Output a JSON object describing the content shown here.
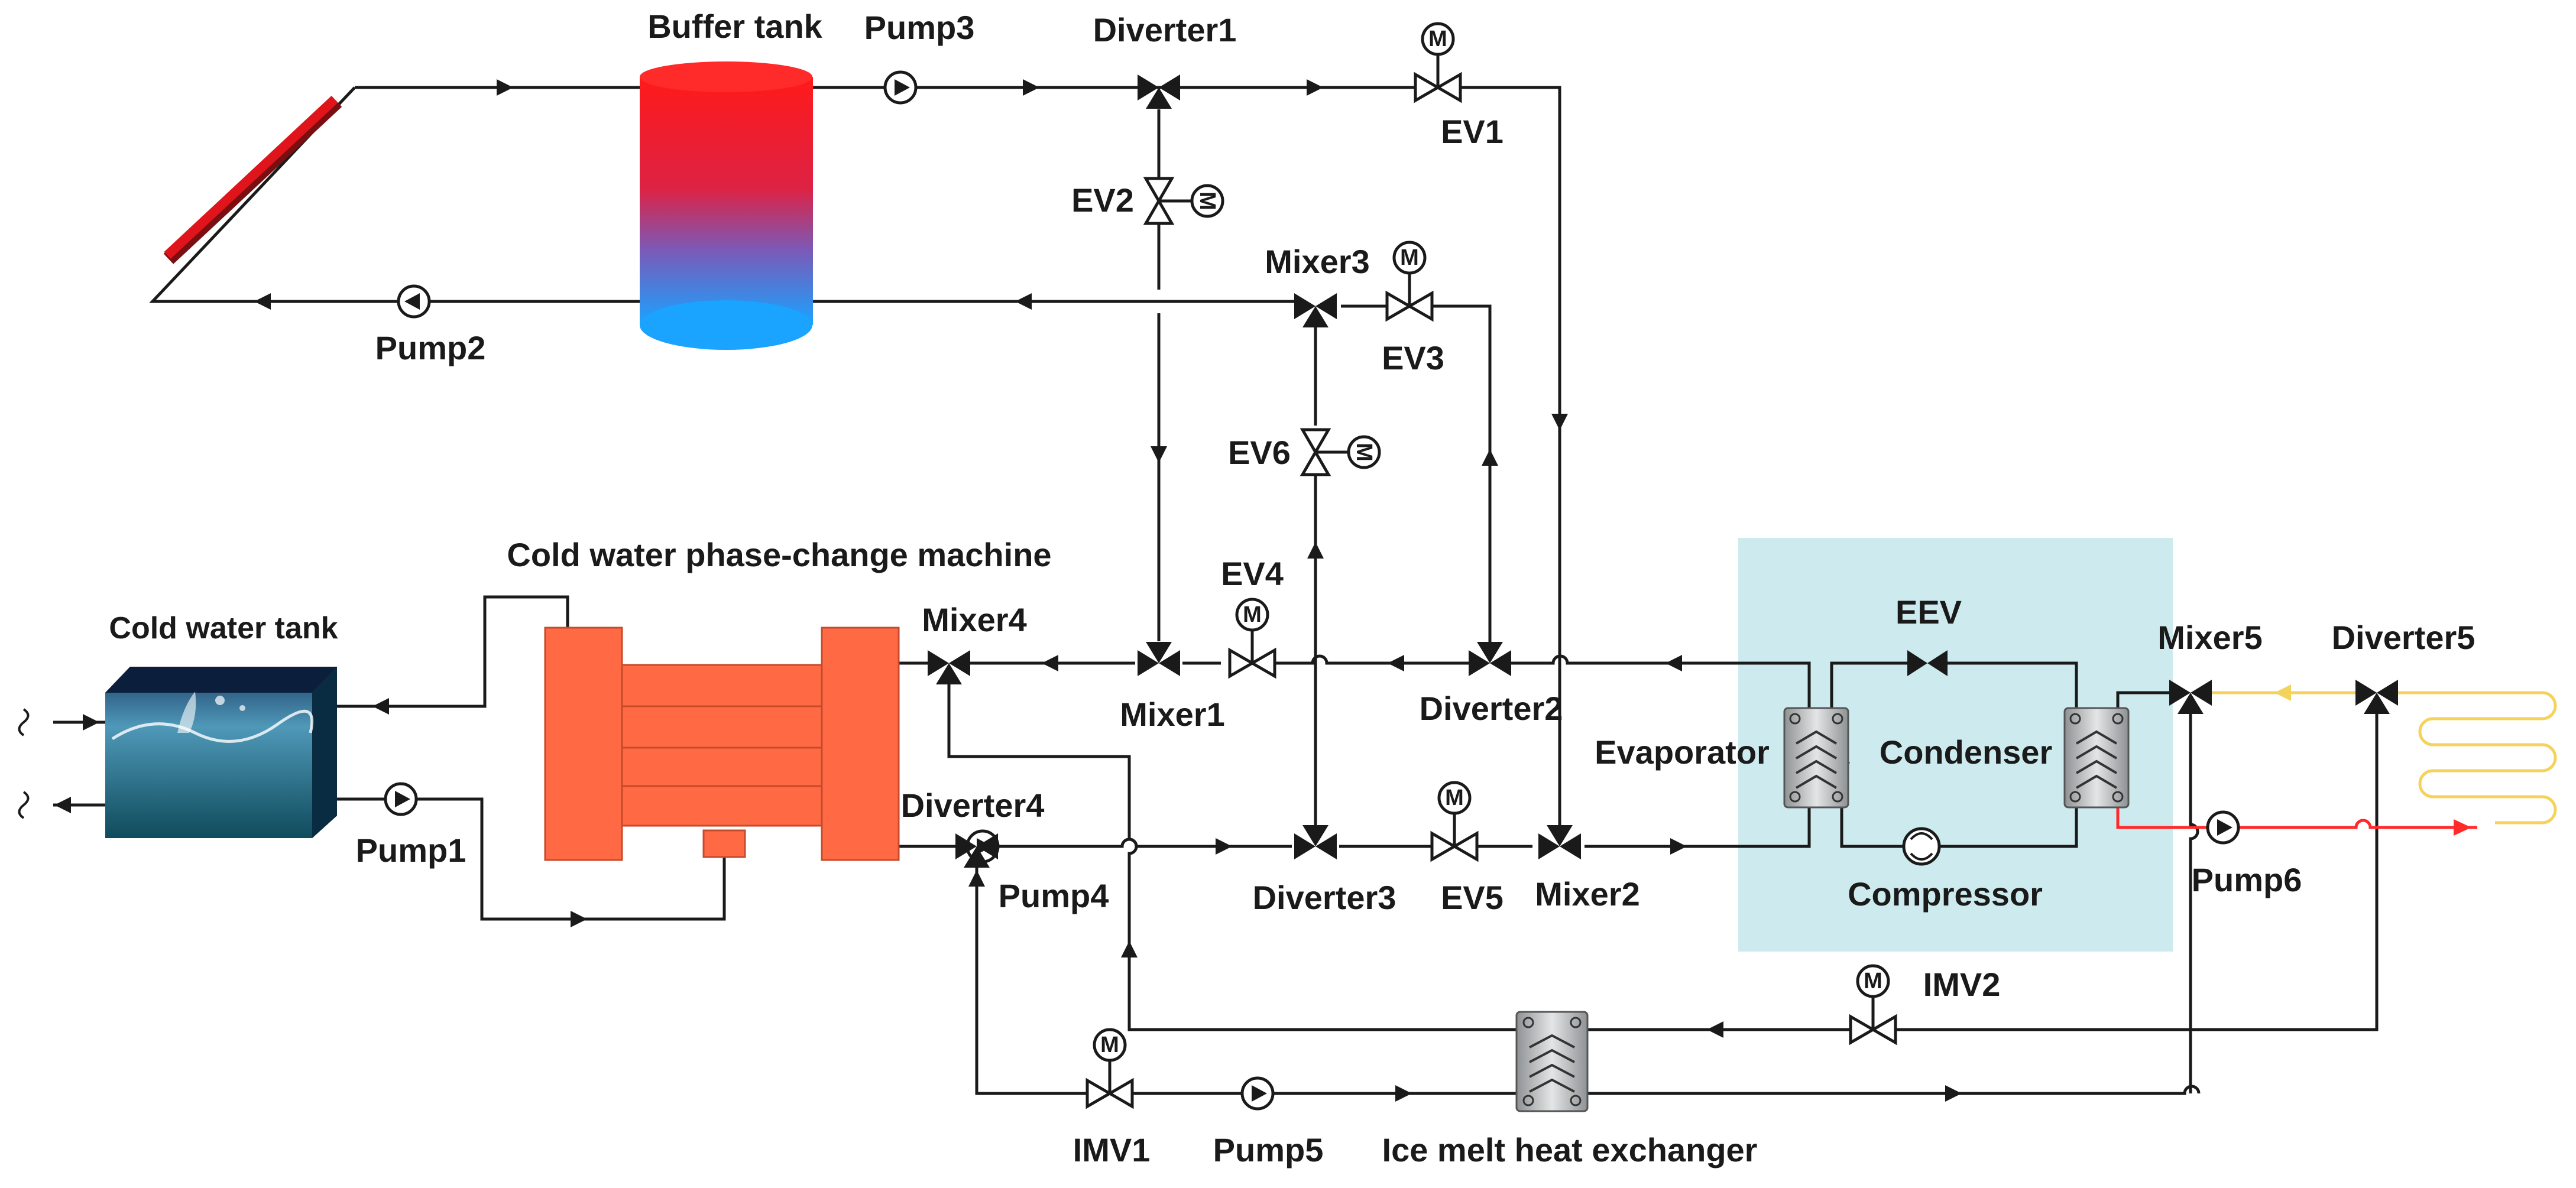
{
  "labels": {
    "buffer_tank": "Buffer tank",
    "pump1": "Pump1",
    "pump2": "Pump2",
    "pump3": "Pump3",
    "pump4": "Pump4",
    "pump5": "Pump5",
    "pump6": "Pump6",
    "diverter1": "Diverter1",
    "diverter2": "Diverter2",
    "diverter3": "Diverter3",
    "diverter4": "Diverter4",
    "diverter5": "Diverter5",
    "mixer1": "Mixer1",
    "mixer2": "Mixer2",
    "mixer3": "Mixer3",
    "mixer4": "Mixer4",
    "mixer5": "Mixer5",
    "ev1": "EV1",
    "ev2": "EV2",
    "ev3": "EV3",
    "ev4": "EV4",
    "ev5": "EV5",
    "ev6": "EV6",
    "eev": "EEV",
    "imv1": "IMV1",
    "imv2": "IMV2",
    "cold_phase_change": "Cold water phase-change machine",
    "cold_tank": "Cold water tank",
    "evaporator": "Evaporator",
    "condenser": "Condenser",
    "compressor": "Compressor",
    "ice_hx": "Ice melt heat exchanger",
    "motor_glyph": "M"
  },
  "colors": {
    "pipe": "#1a1a1a",
    "solar_collector": "#e0141b",
    "tank_hot": "#ff1a1a",
    "tank_cold": "#1aa3ff",
    "phase_change_machine": "#ff6a45",
    "heat_pump_zone": "#cdebee",
    "hot_supply": "#ff2a2a",
    "return_pipe": "#f5d35a",
    "heat_exchanger": "#bfc2c4"
  }
}
